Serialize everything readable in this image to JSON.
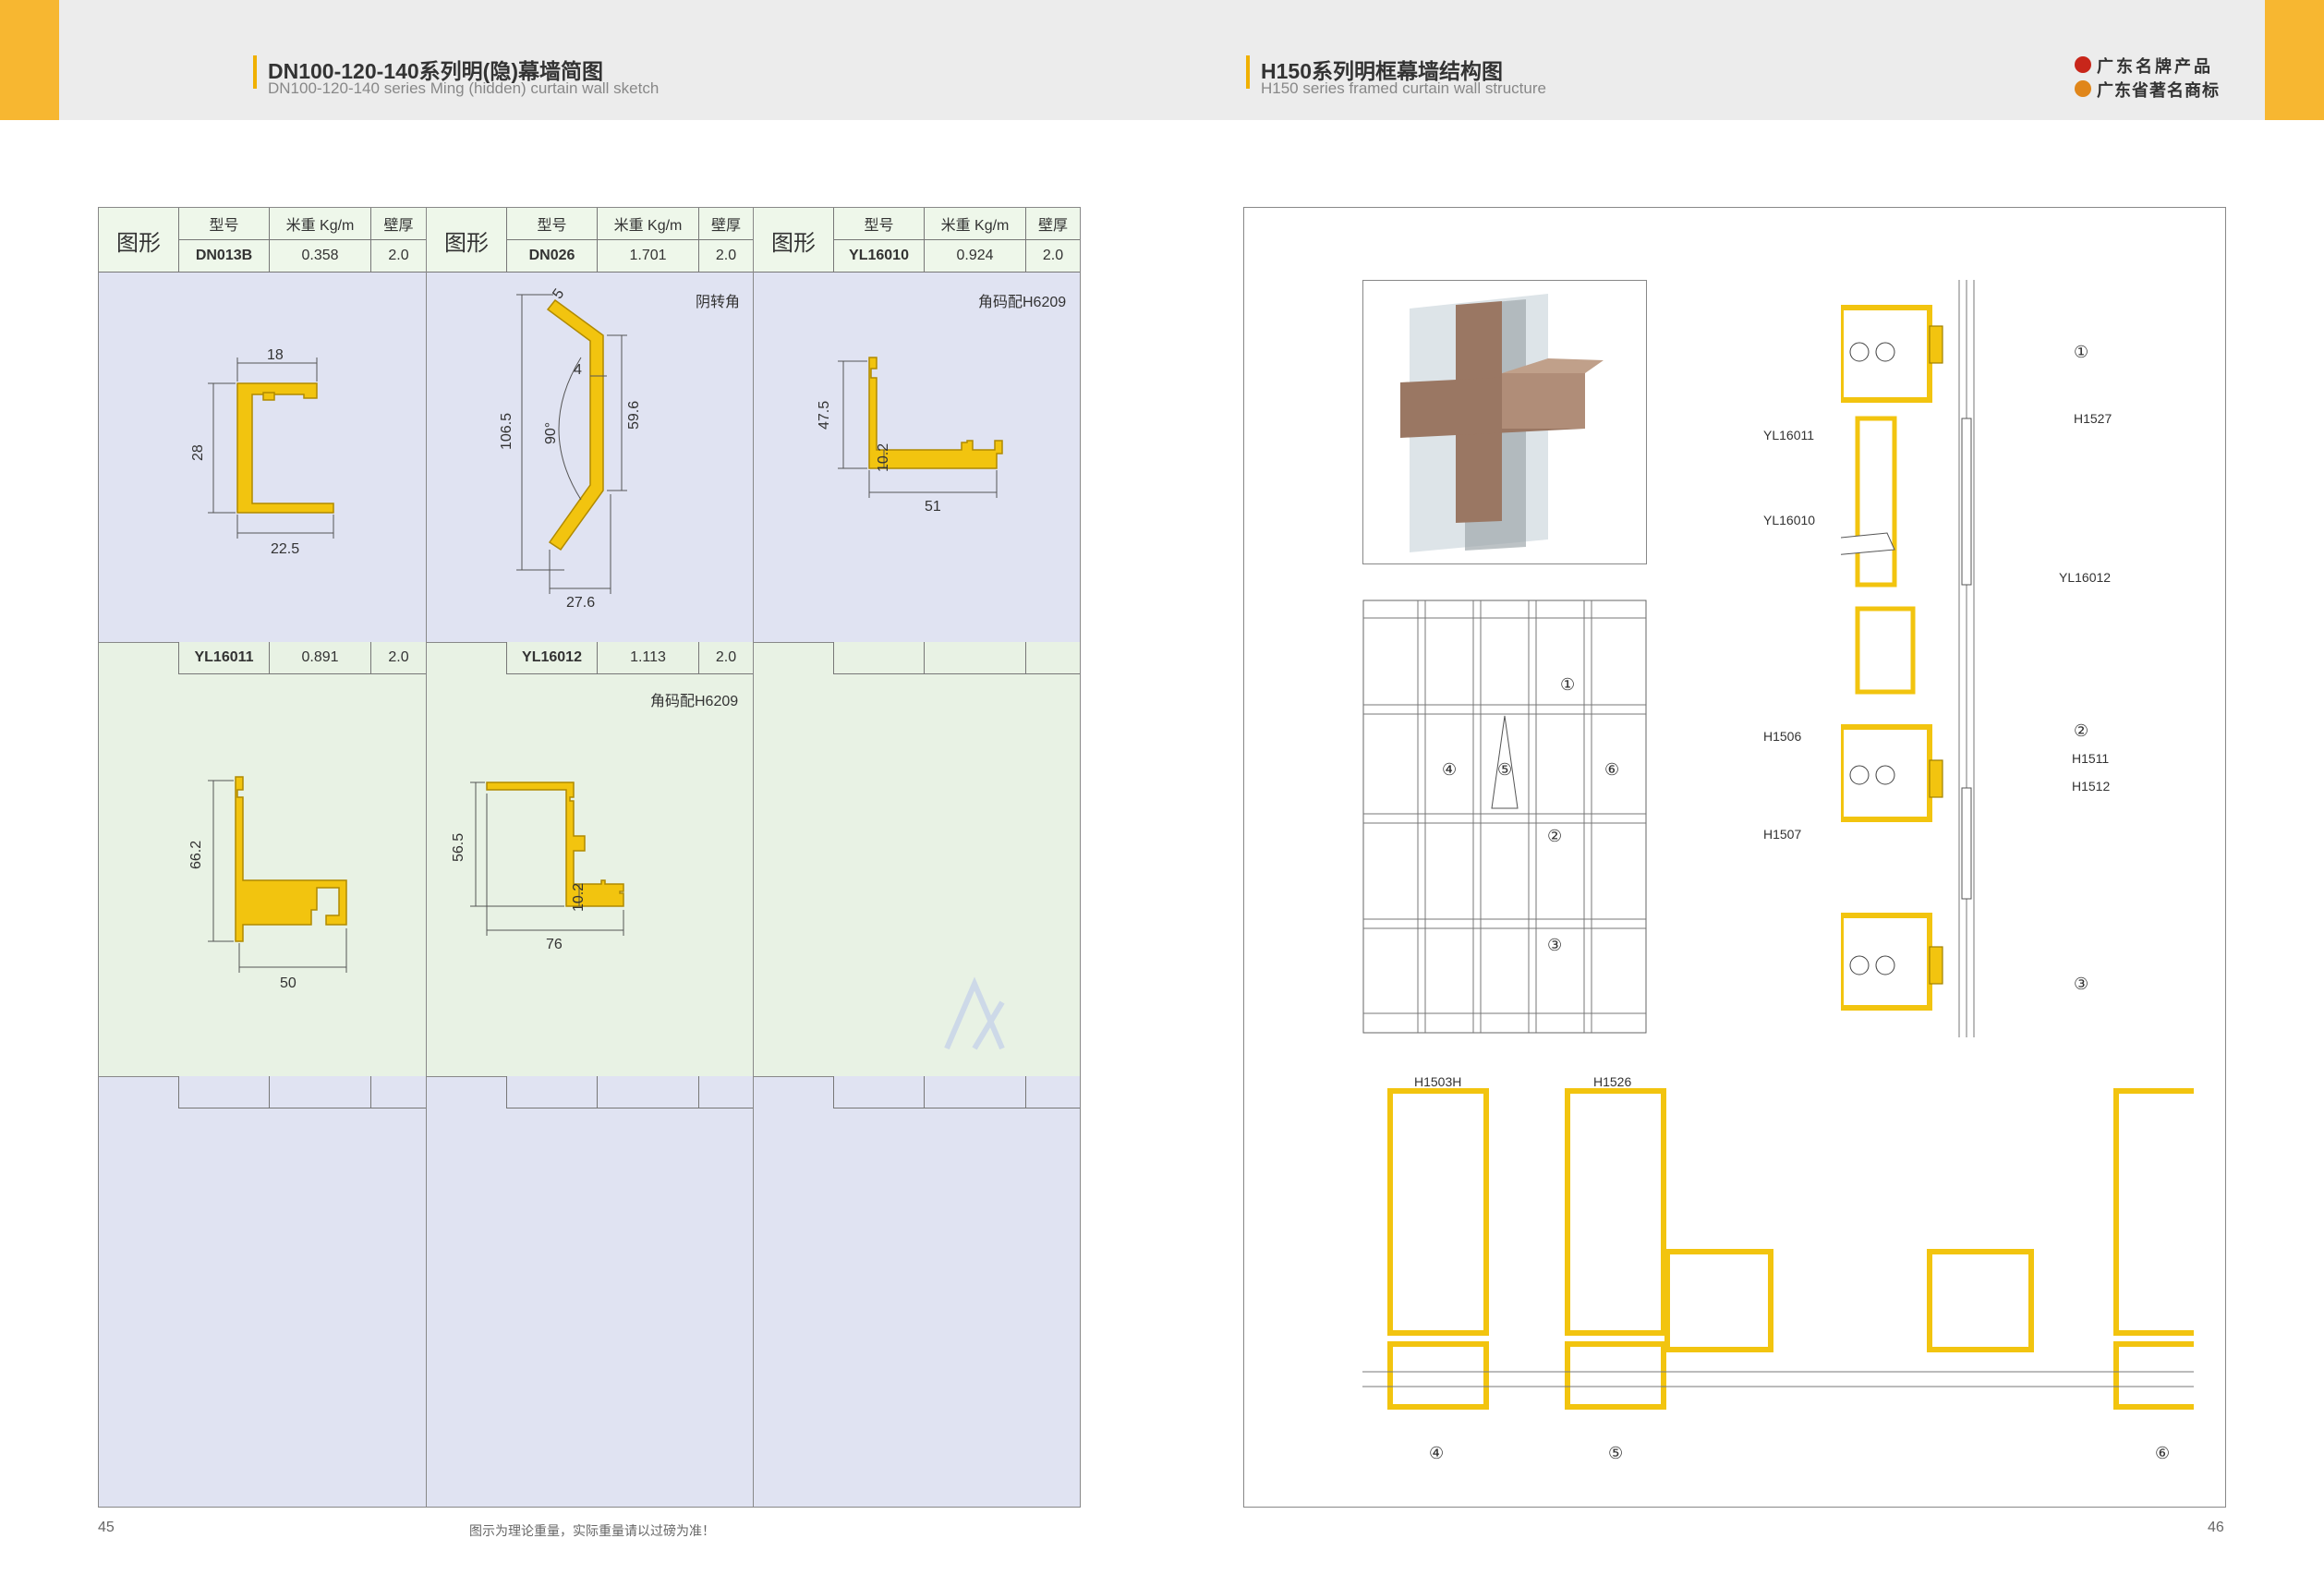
{
  "header": {
    "left_title": "DN100-120-140系列明(隐)幕墙简图",
    "left_subtitle": "DN100-120-140 series Ming (hidden) curtain wall sketch",
    "right_title": "H150系列明框幕墙结构图",
    "right_subtitle": "H150 series framed curtain wall structure",
    "brand_line1": "广东名牌产品",
    "brand_line2": "广东省著名商标"
  },
  "colors": {
    "accent": "#f7b731",
    "profile": "#f2c40f",
    "band_blue": "#e0e3f2",
    "band_green": "#e8f2e4"
  },
  "table": {
    "header_fig": "图形",
    "col_model": "型号",
    "col_weight": "米重 Kg/m",
    "col_wall": "壁厚",
    "row1": [
      {
        "model": "DN013B",
        "weight": "0.358",
        "wall": "2.0",
        "note": ""
      },
      {
        "model": "DN026",
        "weight": "1.701",
        "wall": "2.0",
        "note": "阴转角"
      },
      {
        "model": "YL16010",
        "weight": "0.924",
        "wall": "2.0",
        "note": "角码配H6209"
      }
    ],
    "row2": [
      {
        "model": "YL16011",
        "weight": "0.891",
        "wall": "2.0",
        "note": ""
      },
      {
        "model": "YL16012",
        "weight": "1.113",
        "wall": "2.0",
        "note": "角码配H6209"
      },
      {
        "model": "",
        "weight": "",
        "wall": "",
        "note": ""
      }
    ]
  },
  "dims": {
    "dn013b": {
      "top": "18",
      "left": "28",
      "bottom": "22.5"
    },
    "dn026": {
      "a": "5",
      "b": "4",
      "height": "106.5",
      "angle": "90°",
      "right": "59.6",
      "bottom": "27.6"
    },
    "yl16010": {
      "height": "47.5",
      "inner": "10.2",
      "width": "51"
    },
    "yl16011": {
      "height": "66.2",
      "width": "50"
    },
    "yl16012": {
      "height": "56.5",
      "inner": "10.2",
      "width": "76"
    }
  },
  "labels": {
    "yl16011": "YL16011",
    "yl16010": "YL16010",
    "h1527": "H1527",
    "yl16012": "YL16012",
    "h1506": "H1506",
    "h1511": "H1511",
    "h1512": "H1512",
    "h1507": "H1507",
    "h1503h": "H1503H",
    "h1526": "H1526"
  },
  "markers": {
    "m1": "①",
    "m2": "②",
    "m3": "③",
    "m4": "④",
    "m5": "⑤",
    "m6": "⑥"
  },
  "footer": {
    "page_left": "45",
    "page_right": "46",
    "disclaimer": "图示为理论重量，实际重量请以过磅为准！"
  }
}
